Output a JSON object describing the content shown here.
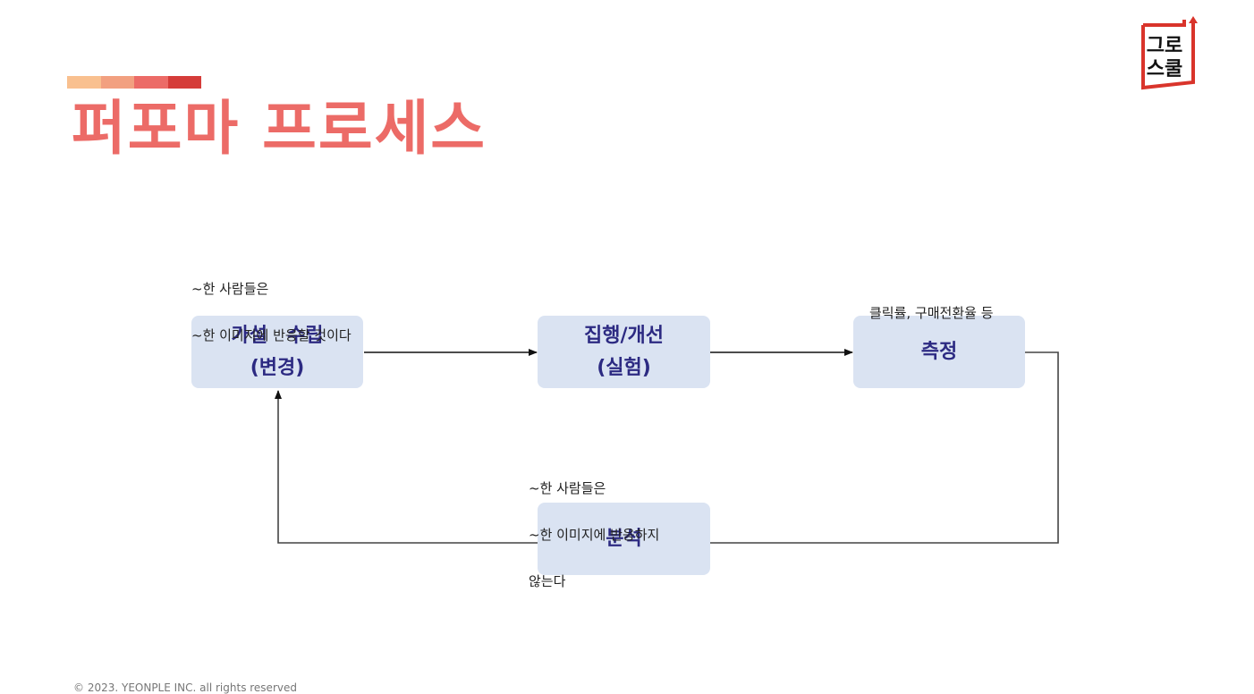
{
  "title": "퍼포마 프로세스",
  "accent_bar_colors": [
    "#f9c08f",
    "#f2a080",
    "#ec6b67",
    "#d53c39"
  ],
  "title_color": "#ec6b67",
  "logo": {
    "line1": "그로",
    "line2": "스쿨",
    "color": "#d9342b"
  },
  "boxes": {
    "hypothesis": {
      "line1": "가설　수립",
      "line2": "(변경)"
    },
    "execution": {
      "line1": "집행/개선",
      "line2": "(실험)"
    },
    "measure": {
      "line1": "측정"
    },
    "analysis": {
      "line1": "분석"
    }
  },
  "notes": {
    "top_left": {
      "line1": "~한 사람들은",
      "line2": "~한 이미지에 반응할 것이다"
    },
    "top_right": {
      "line1": "클릭률, 구매전환율 등"
    },
    "bottom": {
      "line1": "~한 사람들은",
      "line2": "~한 이미지에 반응하지",
      "line3": "않는다"
    }
  },
  "footer": "© 2023. YEONPLE INC. all rights reserved"
}
